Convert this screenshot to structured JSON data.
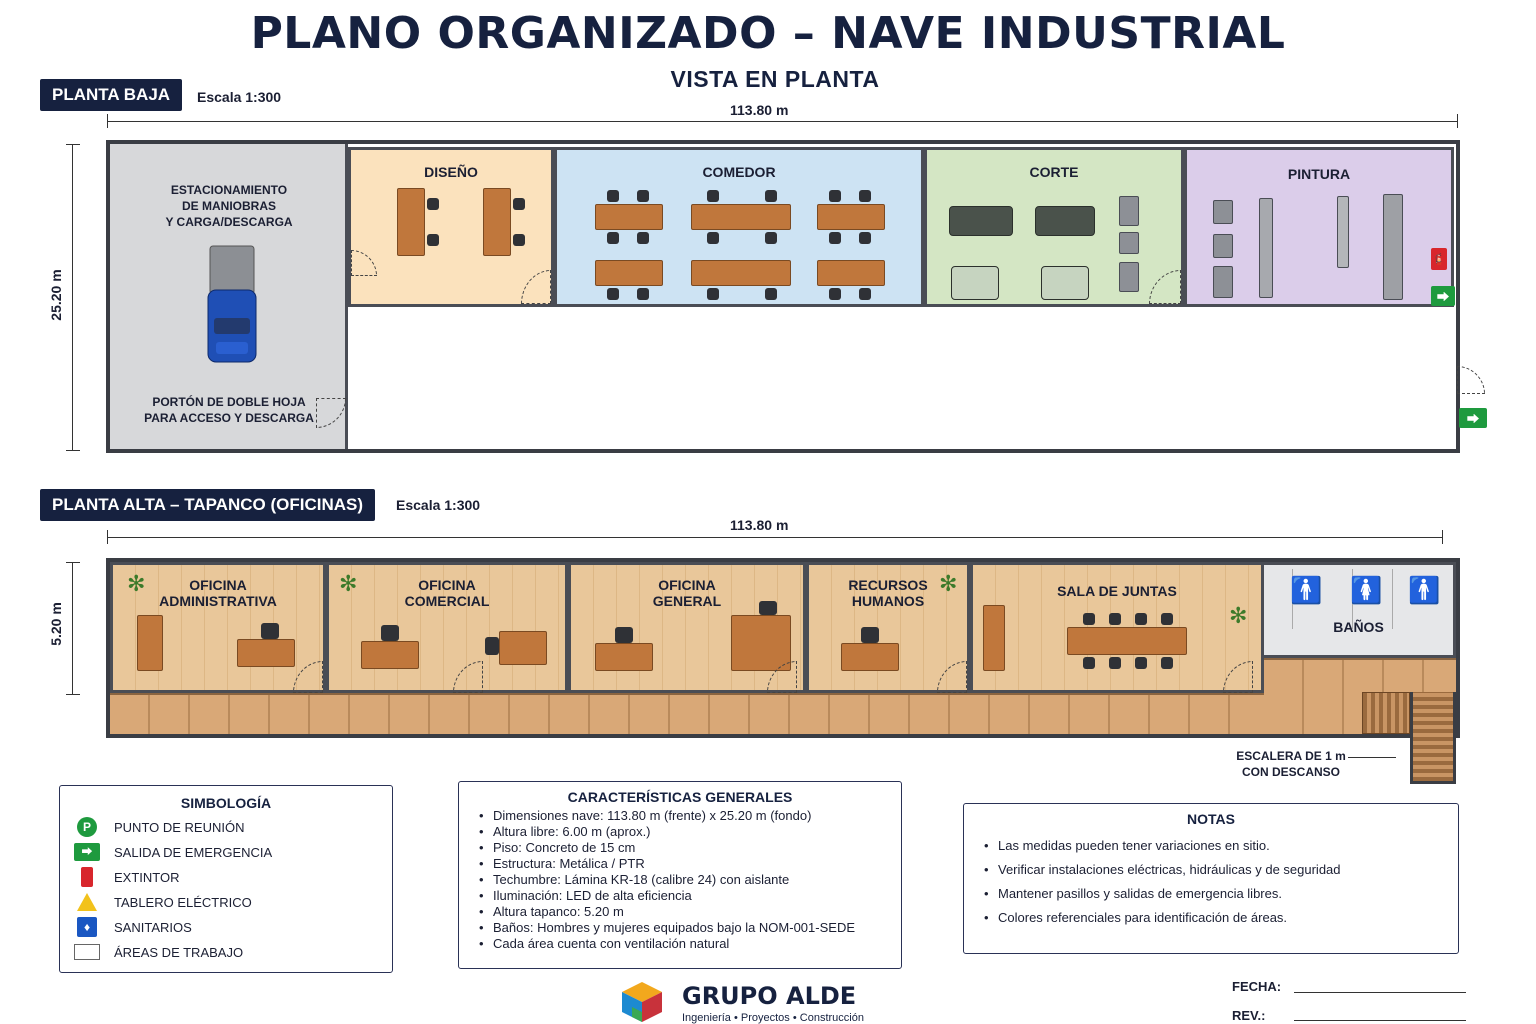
{
  "header": {
    "title": "PLANO ORGANIZADO – NAVE INDUSTRIAL",
    "subtitle": "VISTA EN PLANTA"
  },
  "ground_floor": {
    "label": "PLANTA BAJA",
    "scale": "Escala 1:300",
    "width_dim": "113.80 m",
    "height_dim": "25.20 m",
    "parking_label": "ESTACIONAMIENTO\nDE MANIOBRAS\nY CARGA/DESCARGA",
    "gate_label": "PORTÓN DE DOBLE HOJA\nPARA ACCESO Y DESCARGA",
    "rooms": {
      "design": "DISEÑO",
      "dining": "COMEDOR",
      "cutting": "CORTE",
      "painting": "PINTURA"
    },
    "colors": {
      "parking": "#d7d8da",
      "design": "#fbe2bd",
      "dining": "#cde3f3",
      "cutting": "#d4e6c4",
      "painting": "#dbcdea",
      "truck": "#1f4fb5"
    }
  },
  "upper_floor": {
    "label": "PLANTA ALTA – TAPANCO (OFICINAS)",
    "scale": "Escala 1:300",
    "width_dim": "113.80 m",
    "height_dim": "5.20 m",
    "rooms": {
      "admin": "OFICINA\nADMINISTRATIVA",
      "commercial": "OFICINA\nCOMERCIAL",
      "general": "OFICINA\nGENERAL",
      "hr": "RECURSOS\nHUMANOS",
      "meeting": "SALA DE JUNTAS",
      "restrooms": "BAÑOS"
    },
    "stair_label": "ESCALERA DE 1 m\nCON DESCANSO"
  },
  "legend": {
    "title": "SIMBOLOGÍA",
    "items": [
      {
        "icon": "meeting-point-icon",
        "label": "PUNTO DE REUNIÓN"
      },
      {
        "icon": "emergency-exit-icon",
        "label": "SALIDA DE EMERGENCIA"
      },
      {
        "icon": "extinguisher-icon",
        "label": "EXTINTOR"
      },
      {
        "icon": "electrical-panel-icon",
        "label": "TABLERO ELÉCTRICO"
      },
      {
        "icon": "restroom-icon",
        "label": "SANITARIOS"
      },
      {
        "icon": "work-area-icon",
        "label": "ÁREAS DE TRABAJO"
      }
    ]
  },
  "features": {
    "title": "CARACTERÍSTICAS GENERALES",
    "items": [
      "Dimensiones nave: 113.80 m (frente) x 25.20 m (fondo)",
      "Altura libre: 6.00 m (aprox.)",
      "Piso: Concreto de 15 cm",
      "Estructura: Metálica / PTR",
      "Techumbre: Lámina KR-18 (calibre 24) con aislante",
      "Iluminación: LED de alta eficiencia",
      "Altura tapanco: 5.20 m",
      "Baños: Hombres y mujeres equipados bajo la NOM-001-SEDE",
      "Cada área cuenta con ventilación natural"
    ]
  },
  "notes": {
    "title": "NOTAS",
    "items": [
      "Las medidas pueden tener variaciones en sitio.",
      "Verificar instalaciones eléctricas, hidráulicas y de seguridad",
      "Mantener pasillos y salidas de emergencia libres.",
      "Colores referenciales para identificación de áreas."
    ]
  },
  "footer": {
    "brand": "GRUPO ALDE",
    "tagline": "Ingeniería • Proyectos • Construcción",
    "date_label": "FECHA:",
    "rev_label": "REV.:"
  }
}
